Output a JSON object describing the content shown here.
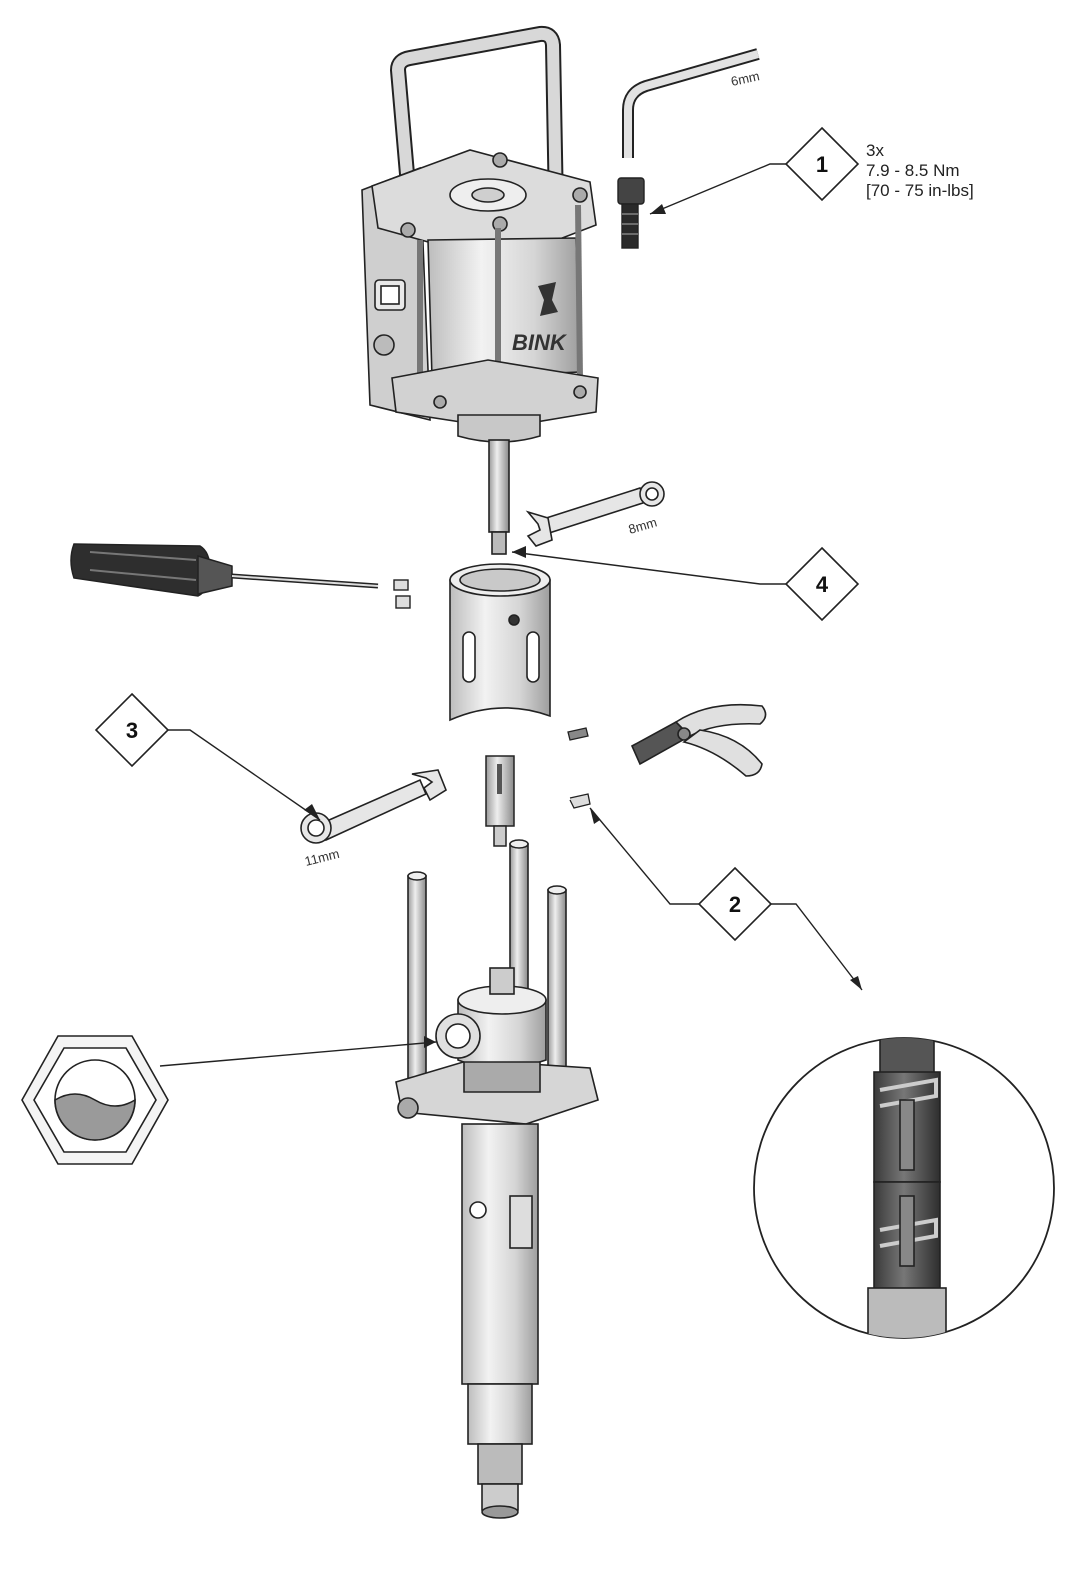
{
  "callouts": [
    {
      "number": "1"
    },
    {
      "number": "2"
    },
    {
      "number": "3"
    },
    {
      "number": "4"
    }
  ],
  "torque_spec": {
    "quantity": "3x",
    "metric": "7.9 - 8.5 Nm",
    "imperial": "[70 - 75 in-lbs]"
  },
  "tools": {
    "hex_key": "6mm",
    "wrench_small": "8mm",
    "wrench_large": "11mm"
  },
  "brand_text": "BINK",
  "colors": {
    "line": "#222222",
    "metal_light": "#e4e4e4",
    "metal_mid": "#bdbdbd",
    "metal_dark": "#6e6e6e",
    "black_part": "#2a2a2a",
    "fluid": "#9a9a9a"
  },
  "icons": [
    "hex-key-icon",
    "screwdriver-icon",
    "wrench-icon",
    "pliers-icon",
    "cap-screw-icon",
    "sight-glass-icon"
  ]
}
